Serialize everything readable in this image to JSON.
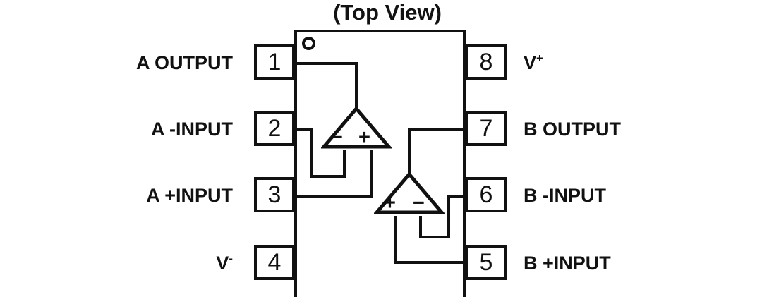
{
  "diagram": {
    "title": "(Top View)",
    "package": {
      "name": "8-pin dual operational amplifier",
      "pin_count": 8,
      "pin1_indicator": "circle-dot"
    },
    "pins": [
      {
        "number": "1",
        "label": "A OUTPUT",
        "side": "left"
      },
      {
        "number": "2",
        "label": "A -INPUT",
        "side": "left"
      },
      {
        "number": "3",
        "label": "A +INPUT",
        "side": "left"
      },
      {
        "number": "4",
        "label": "V",
        "label_sup": "-",
        "side": "left"
      },
      {
        "number": "5",
        "label": "B +INPUT",
        "side": "right"
      },
      {
        "number": "6",
        "label": "B -INPUT",
        "side": "right"
      },
      {
        "number": "7",
        "label": "B OUTPUT",
        "side": "right"
      },
      {
        "number": "8",
        "label": "V",
        "label_sup": "+",
        "side": "right"
      }
    ],
    "amplifiers": [
      {
        "id": "A",
        "orientation": "up",
        "left_sign": "−",
        "right_sign": "+"
      },
      {
        "id": "B",
        "orientation": "up",
        "left_sign": "+",
        "right_sign": "−"
      }
    ],
    "colors": {
      "line": "#111111",
      "background": "#ffffff",
      "text": "#111111"
    }
  }
}
